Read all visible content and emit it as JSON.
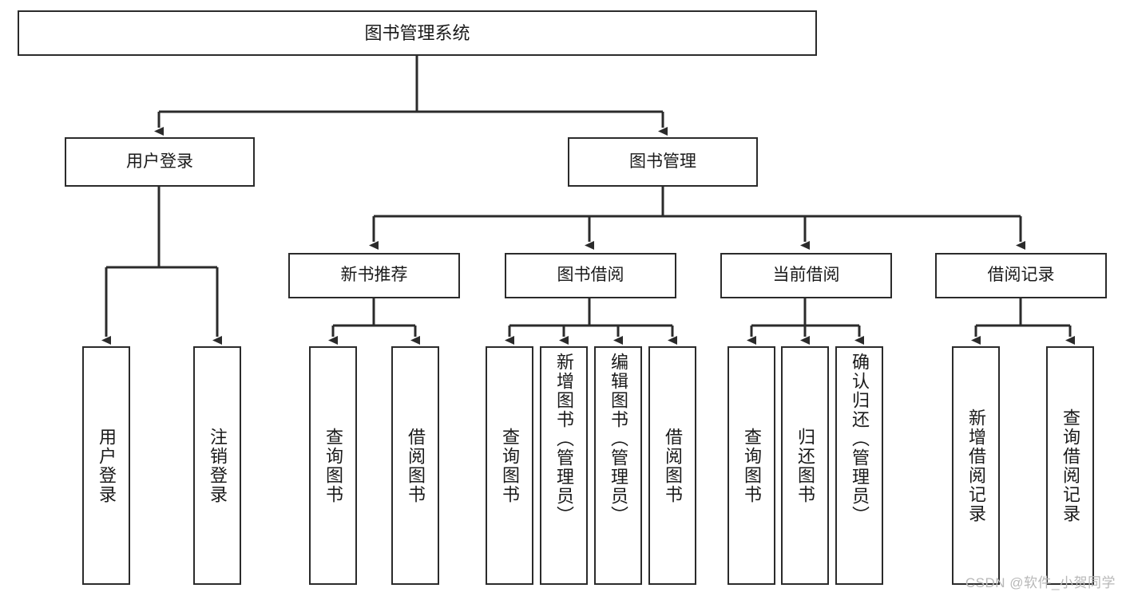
{
  "diagram": {
    "type": "tree-hierarchy-chart",
    "title": "图书管理系统",
    "stroke_color": "#2b2b2b",
    "fill_color": "#ffffff",
    "text_color": "#1a1a1a",
    "levels": [
      {
        "level": 1,
        "nodes": [
          {
            "id": "root",
            "label": "图书管理系统",
            "orientation": "horizontal"
          }
        ]
      },
      {
        "level": 2,
        "nodes": [
          {
            "id": "login",
            "label": "用户登录",
            "orientation": "horizontal"
          },
          {
            "id": "bookmgmt",
            "label": "图书管理",
            "orientation": "horizontal"
          }
        ]
      },
      {
        "level": 3,
        "nodes": [
          {
            "id": "newbook",
            "label": "新书推荐",
            "orientation": "horizontal"
          },
          {
            "id": "borrow",
            "label": "图书借阅",
            "orientation": "horizontal"
          },
          {
            "id": "current",
            "label": "当前借阅",
            "orientation": "horizontal"
          },
          {
            "id": "records",
            "label": "借阅记录",
            "orientation": "horizontal"
          }
        ]
      },
      {
        "level": 4,
        "nodes": [
          {
            "id": "leaf-user-login",
            "label": "用户登录",
            "orientation": "vertical",
            "parent": "login"
          },
          {
            "id": "leaf-user-logout",
            "label": "注销登录",
            "orientation": "vertical",
            "parent": "login"
          },
          {
            "id": "leaf-query-book-1",
            "label": "查询图书",
            "orientation": "vertical",
            "parent": "newbook"
          },
          {
            "id": "leaf-borrow-book-1",
            "label": "借阅图书",
            "orientation": "vertical",
            "parent": "newbook"
          },
          {
            "id": "leaf-query-book-2",
            "label": "查询图书",
            "orientation": "vertical",
            "parent": "borrow"
          },
          {
            "id": "leaf-add-book",
            "label": "新增图书（管理员）",
            "orientation": "vertical",
            "parent": "borrow"
          },
          {
            "id": "leaf-edit-book",
            "label": "编辑图书（管理员）",
            "orientation": "vertical",
            "parent": "borrow"
          },
          {
            "id": "leaf-borrow-book-2",
            "label": "借阅图书",
            "orientation": "vertical",
            "parent": "borrow"
          },
          {
            "id": "leaf-query-book-3",
            "label": "查询图书",
            "orientation": "vertical",
            "parent": "current"
          },
          {
            "id": "leaf-return-book",
            "label": "归还图书",
            "orientation": "vertical",
            "parent": "current"
          },
          {
            "id": "leaf-confirm-return",
            "label": "确认归还（管理员）",
            "orientation": "vertical",
            "parent": "current"
          },
          {
            "id": "leaf-add-record",
            "label": "新增借阅记录",
            "orientation": "vertical",
            "parent": "records"
          },
          {
            "id": "leaf-query-record",
            "label": "查询借阅记录",
            "orientation": "vertical",
            "parent": "records"
          }
        ]
      }
    ]
  },
  "watermark": {
    "text": "CSDN @软件_小贺同学"
  }
}
